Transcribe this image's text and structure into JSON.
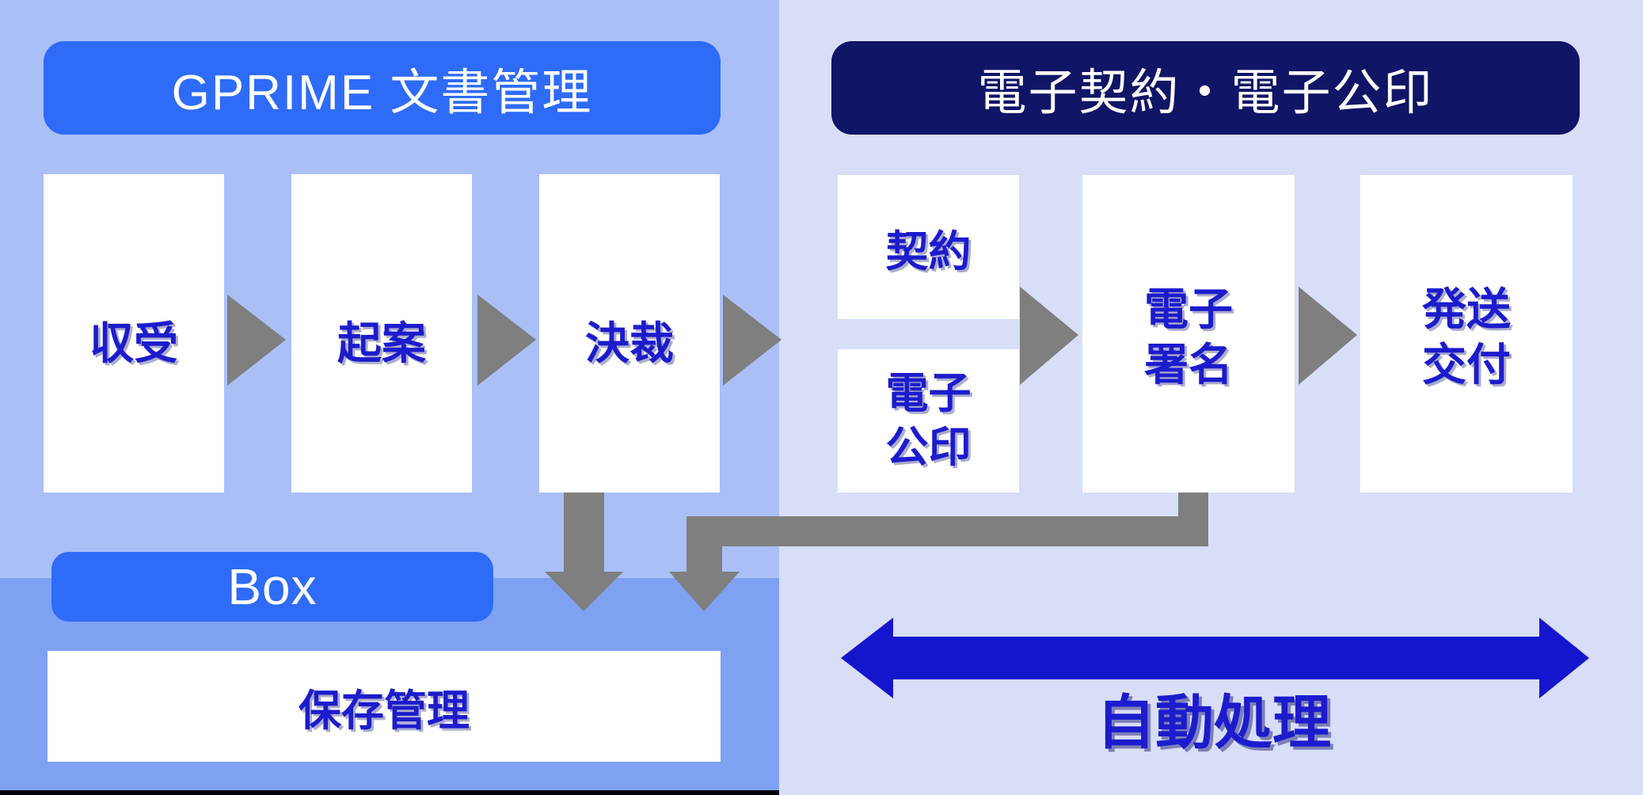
{
  "left_section": {
    "header": "GPRIME 文書管理",
    "steps": [
      "収受",
      "起案",
      "決裁"
    ],
    "box_platform_label": "Box",
    "storage_label": "保存管理"
  },
  "right_section": {
    "header": "電子契約・電子公印",
    "contract_label": "契約",
    "eseal_label": "電子\n公印",
    "esign_label": "電子\n署名",
    "dispatch_label": "発送\n交付",
    "auto_process_label": "自動処理"
  },
  "icons": [
    "flow-arrow-icon",
    "down-arrow-icon",
    "elbow-arrow-icon",
    "double-headed-arrow-icon"
  ],
  "colors": {
    "left_bg": "#a9bff6",
    "left_bg_lower": "#7ea1f2",
    "right_bg": "#d8def8",
    "header_blue": "#2e6bf7",
    "header_navy": "#101566",
    "text_blue": "#1c1ccd",
    "arrow_gray": "#7f7f7f",
    "auto_arrow_blue": "#1515cd",
    "bottom_strip": "#040408",
    "box_white": "#ffffff"
  }
}
